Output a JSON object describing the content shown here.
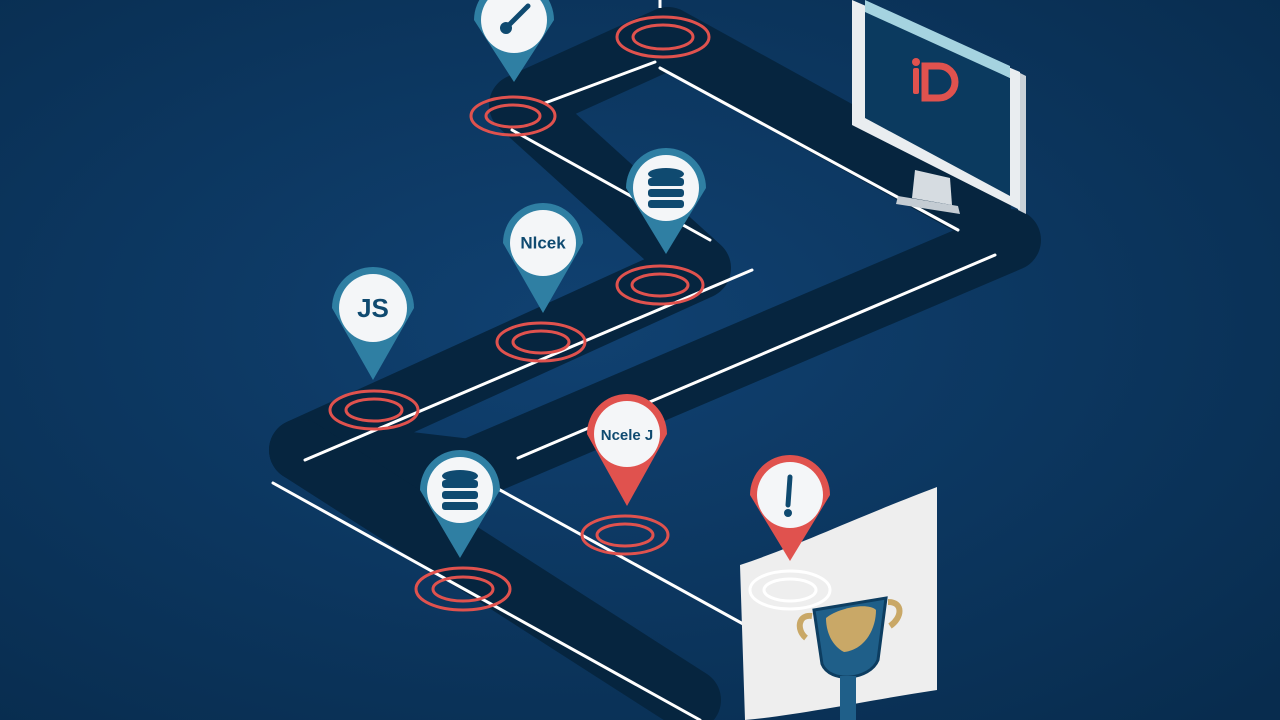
{
  "scene": {
    "colors": {
      "background": "#0a3258",
      "background_light": "#0e3d68",
      "path": "#062743",
      "line": "#ffffff",
      "ring": "#e0524e",
      "pin_blue": "#2f7fa3",
      "pin_red": "#e0524e",
      "pin_face": "#f4f6f8",
      "icon_dark": "#0f4a70",
      "monitor_frame": "#e9edf0",
      "monitor_screen": "#0b3a5f",
      "flag": "#eeeeee",
      "trophy_gold": "#c9a867"
    },
    "pins": [
      {
        "id": "pin-1",
        "kind": "gauge",
        "color": "blue",
        "label": ""
      },
      {
        "id": "pin-2",
        "kind": "database",
        "color": "blue",
        "label": ""
      },
      {
        "id": "pin-3",
        "kind": "text",
        "color": "blue",
        "label": "Nlcek"
      },
      {
        "id": "pin-4",
        "kind": "text",
        "color": "blue",
        "label": "JS"
      },
      {
        "id": "pin-5",
        "kind": "text",
        "color": "red",
        "label": "Ncele J"
      },
      {
        "id": "pin-6",
        "kind": "database",
        "color": "blue",
        "label": ""
      },
      {
        "id": "pin-7",
        "kind": "exclamation",
        "color": "red",
        "label": ""
      }
    ],
    "monitor": {
      "logo_text": "iD",
      "icon": "logo-icon"
    },
    "finish": {
      "icon": "trophy-icon"
    }
  }
}
